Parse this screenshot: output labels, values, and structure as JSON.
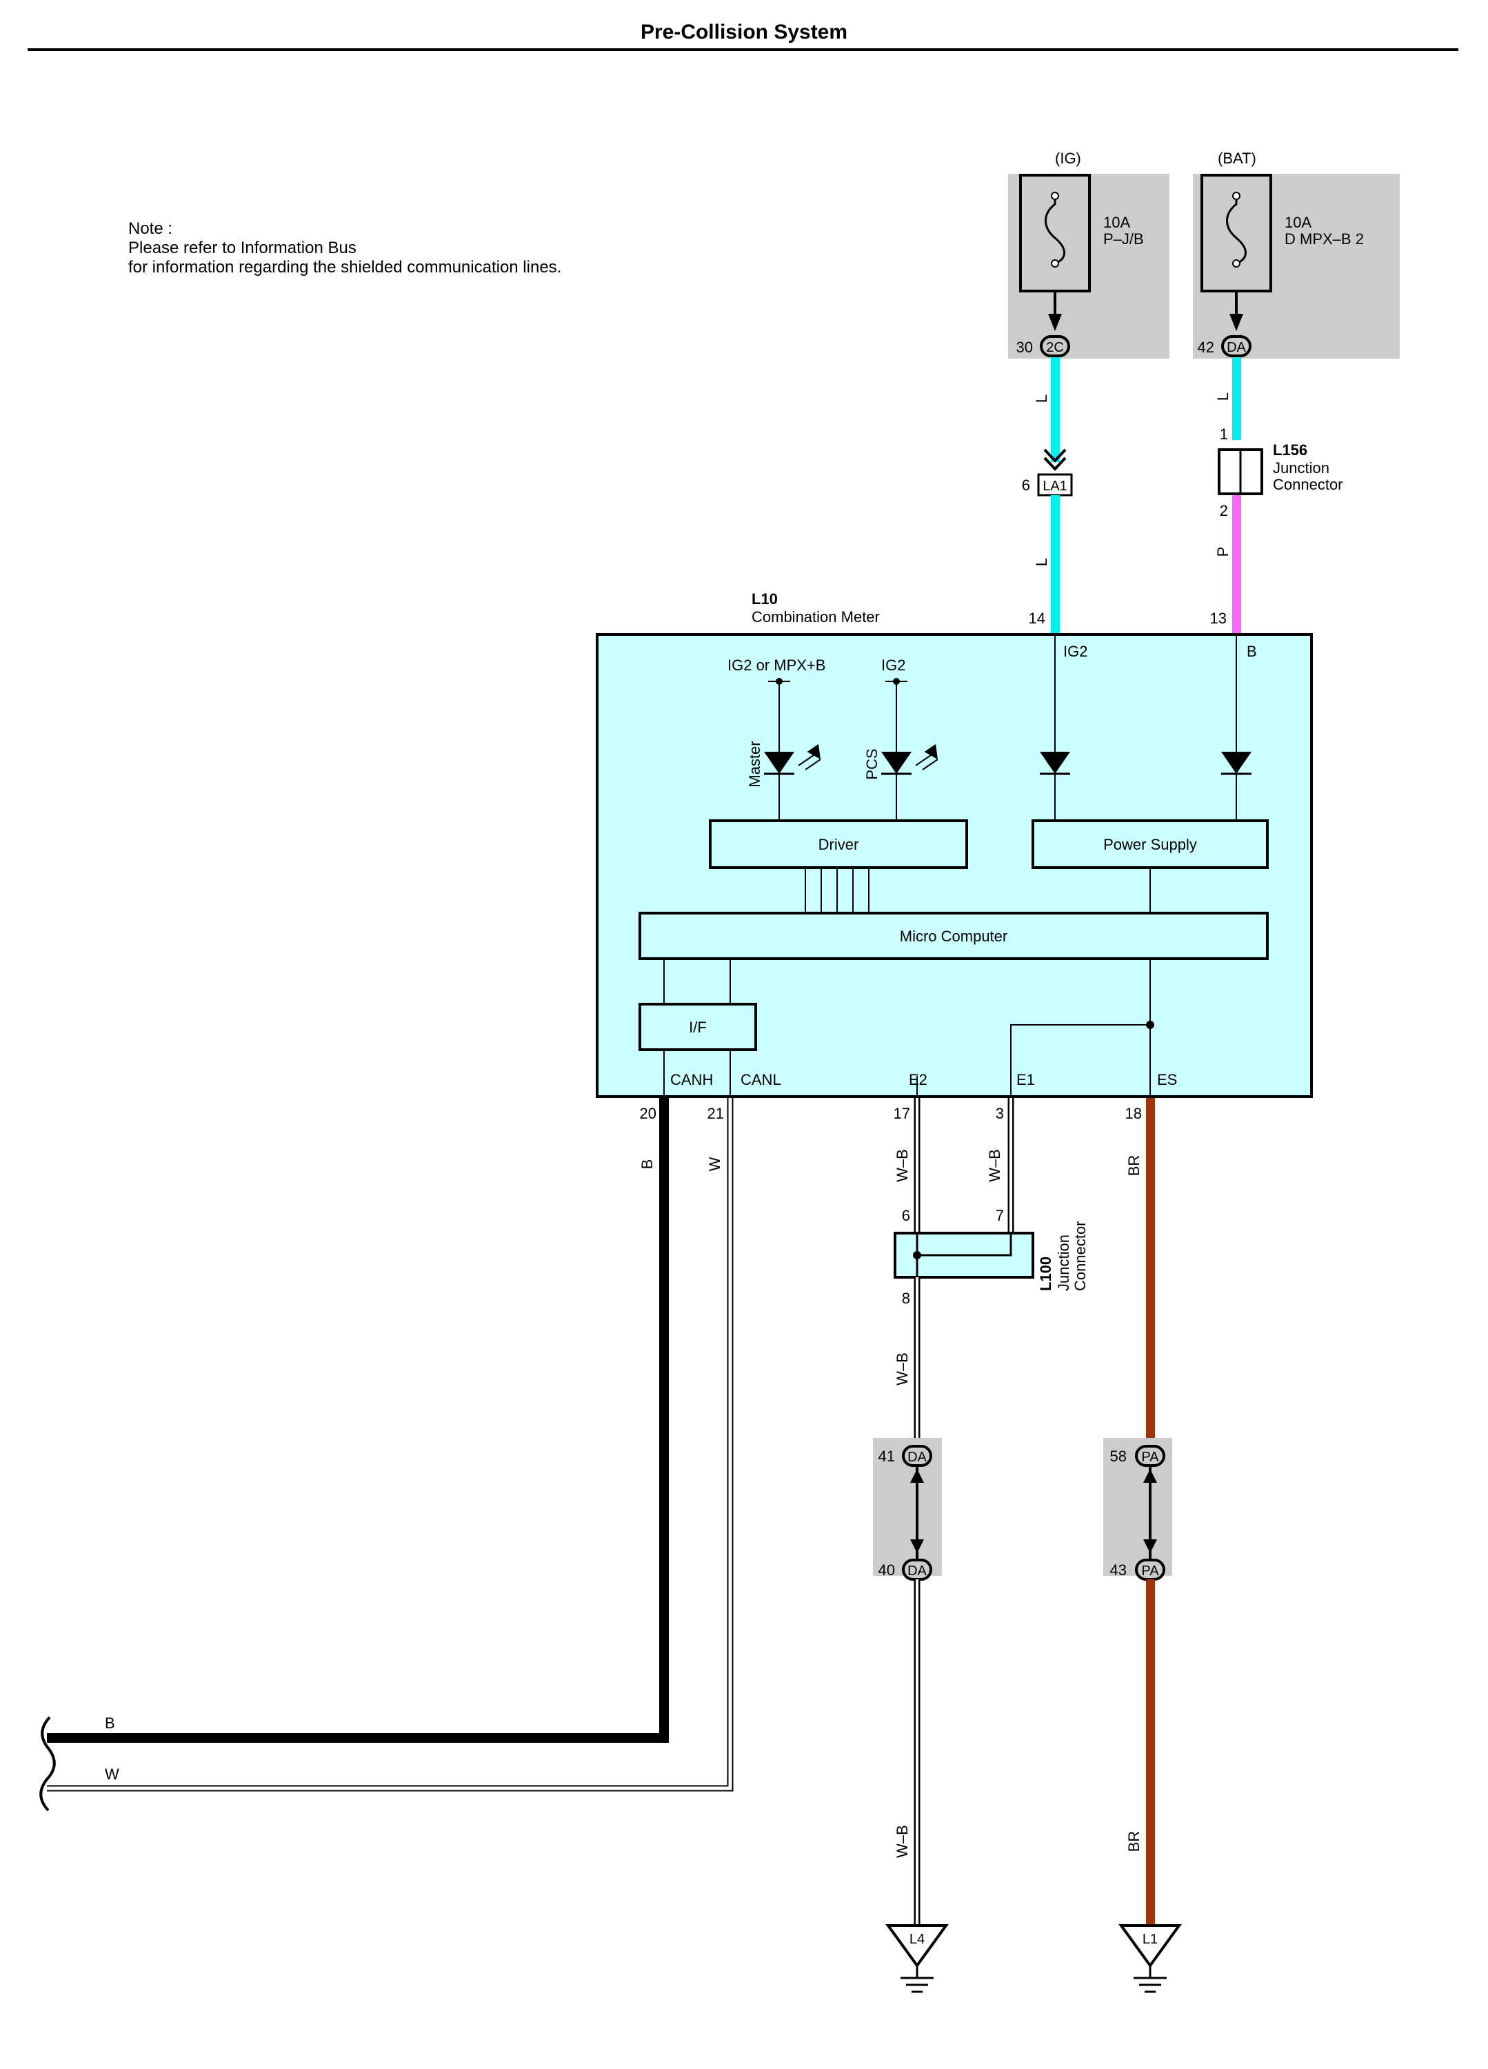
{
  "title": "Pre-Collision System",
  "note": {
    "line1": "Note :",
    "line2": "Please refer to Information Bus",
    "line3": "for information regarding the shielded communication lines."
  },
  "colors": {
    "L": "#00f0f0",
    "P": "#ff66ff",
    "B": "#000000",
    "W": "#ffffff",
    "BR": "#a0350a",
    "panel": "#cccccc",
    "meter_fill": "#ccffff"
  },
  "fuses": {
    "ig": {
      "source": "(IG)",
      "rating": "10A",
      "name": "P–J/B",
      "pin": "30",
      "connector": "2C"
    },
    "bat": {
      "source": "(BAT)",
      "rating": "10A",
      "name": "D MPX–B 2",
      "pin": "42",
      "connector": "DA"
    }
  },
  "connectors": {
    "la1": {
      "pin": "6",
      "id": "LA1"
    },
    "l156": {
      "id": "L156",
      "name1": "Junction",
      "name2": "Connector",
      "pin_in": "1",
      "pin_out": "2"
    },
    "l100": {
      "id": "L100",
      "name1": "Junction",
      "name2": "Connector",
      "pin_a": "6",
      "pin_b": "7",
      "pin_out": "8"
    },
    "da_pair": {
      "top_pin": "41",
      "top_id": "DA",
      "bottom_pin": "40",
      "bottom_id": "DA"
    },
    "pa_pair": {
      "top_pin": "58",
      "top_id": "PA",
      "bottom_pin": "43",
      "bottom_id": "PA"
    }
  },
  "meter": {
    "id": "L10",
    "name": "Combination Meter",
    "pin_ig2": "14",
    "pin_b": "13",
    "label_ig2": "IG2",
    "label_b": "B",
    "led_master_supply": "IG2 or MPX+B",
    "led_pcs_supply": "IG2",
    "led_master": "Master",
    "led_pcs": "PCS",
    "driver": "Driver",
    "power_supply": "Power Supply",
    "micro_computer": "Micro Computer",
    "if": "I/F",
    "pins_bottom": [
      {
        "label": "CANH",
        "pin": "20"
      },
      {
        "label": "CANL",
        "pin": "21"
      },
      {
        "label": "E2",
        "pin": "17"
      },
      {
        "label": "E1",
        "pin": "3"
      },
      {
        "label": "ES",
        "pin": "18"
      }
    ]
  },
  "wire_labels": {
    "ig_upper": "L",
    "ig_lower": "L",
    "bat_upper": "L",
    "bat_lower": "P",
    "canh": "B",
    "canl": "W",
    "e2": "W–B",
    "e1": "W–B",
    "es": "BR",
    "l100_out": "W–B",
    "ground_l4": "W–B",
    "ground_l1": "BR",
    "bus_b": "B",
    "bus_w": "W"
  },
  "grounds": {
    "l4": "L4",
    "l1": "L1"
  }
}
